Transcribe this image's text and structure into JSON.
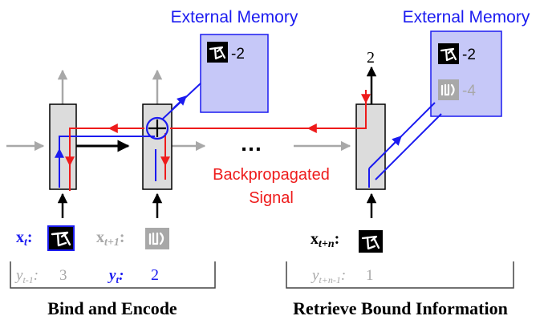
{
  "left_memory": {
    "title": "External Memory",
    "entries": [
      {
        "glyph_icon": "omniglot-character-a-icon",
        "value": "-2"
      }
    ]
  },
  "right_memory": {
    "title": "External Memory",
    "entries": [
      {
        "glyph_icon": "omniglot-character-a-icon",
        "value": "-2"
      },
      {
        "glyph_icon": "omniglot-character-b-icon",
        "value": "-4"
      }
    ]
  },
  "output_label": "2",
  "ellipsis": "…",
  "backprop_label": {
    "line1": "Backpropagated",
    "line2": "Signal"
  },
  "inputs": {
    "x_t": {
      "base": "x",
      "sub": "t"
    },
    "x_t1": {
      "base": "x",
      "sub": "t+1"
    },
    "x_tn": {
      "base": "x",
      "sub": "t+n"
    },
    "y_tm1": {
      "base": "y",
      "sub": "t-1",
      "value": "3"
    },
    "y_t": {
      "base": "y",
      "sub": "t",
      "value": "2"
    },
    "y_tn1": {
      "base": "y",
      "sub": "t+n-1",
      "value": "1"
    }
  },
  "sections": {
    "left": "Bind and Encode",
    "right": "Retrieve Bound Information"
  },
  "colors": {
    "blue": "#1b1bf0",
    "red": "#ee1b1b",
    "gray": "#a8a8a8",
    "memory_fill": "#c6c8f8",
    "cell_fill": "#dcdcdc"
  }
}
